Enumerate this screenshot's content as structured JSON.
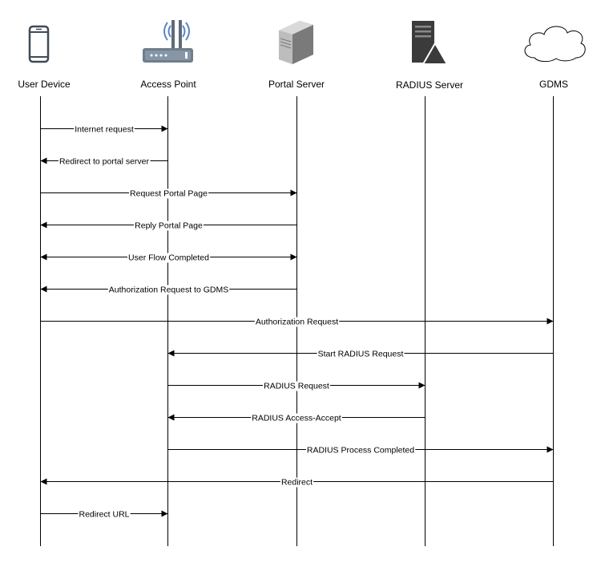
{
  "actors": [
    {
      "id": "user",
      "label": "User Device",
      "icon": "smartphone-icon"
    },
    {
      "id": "ap",
      "label": "Access Point",
      "icon": "wireless-router-icon"
    },
    {
      "id": "portal",
      "label": "Portal Server",
      "icon": "server-tower-icon"
    },
    {
      "id": "radius",
      "label": "RADIUS Server",
      "icon": "server-warning-icon"
    },
    {
      "id": "gdms",
      "label": "GDMS",
      "icon": "cloud-icon"
    }
  ],
  "messages": [
    {
      "from": "user",
      "to": "ap",
      "label": "Internet request",
      "bidirectional": false
    },
    {
      "from": "ap",
      "to": "user",
      "label": "Redirect to portal server",
      "bidirectional": false
    },
    {
      "from": "user",
      "to": "portal",
      "label": "Request Portal Page",
      "bidirectional": false
    },
    {
      "from": "portal",
      "to": "user",
      "label": "Reply Portal Page",
      "bidirectional": false
    },
    {
      "from": "user",
      "to": "portal",
      "label": "User Flow Completed",
      "bidirectional": true
    },
    {
      "from": "portal",
      "to": "user",
      "label": "Authorization Request to GDMS",
      "bidirectional": false
    },
    {
      "from": "user",
      "to": "gdms",
      "label": "Authorization Request",
      "bidirectional": false
    },
    {
      "from": "gdms",
      "to": "ap",
      "label": "Start RADIUS Request",
      "bidirectional": false
    },
    {
      "from": "ap",
      "to": "radius",
      "label": "RADIUS Request",
      "bidirectional": false
    },
    {
      "from": "radius",
      "to": "ap",
      "label": "RADIUS Access-Accept",
      "bidirectional": false
    },
    {
      "from": "ap",
      "to": "gdms",
      "label": "RADIUS Process Completed",
      "bidirectional": false
    },
    {
      "from": "gdms",
      "to": "user",
      "label": "Redirect",
      "bidirectional": false
    },
    {
      "from": "user",
      "to": "ap",
      "label": "Redirect URL",
      "bidirectional": false
    }
  ],
  "colors": {
    "line": "#000000",
    "icon_gray": "#5f6b78",
    "icon_light": "#8d9aa7",
    "server_light": "#c7c7c7",
    "server_dark": "#8a8a8a",
    "radius_dark": "#3b3b3b"
  }
}
